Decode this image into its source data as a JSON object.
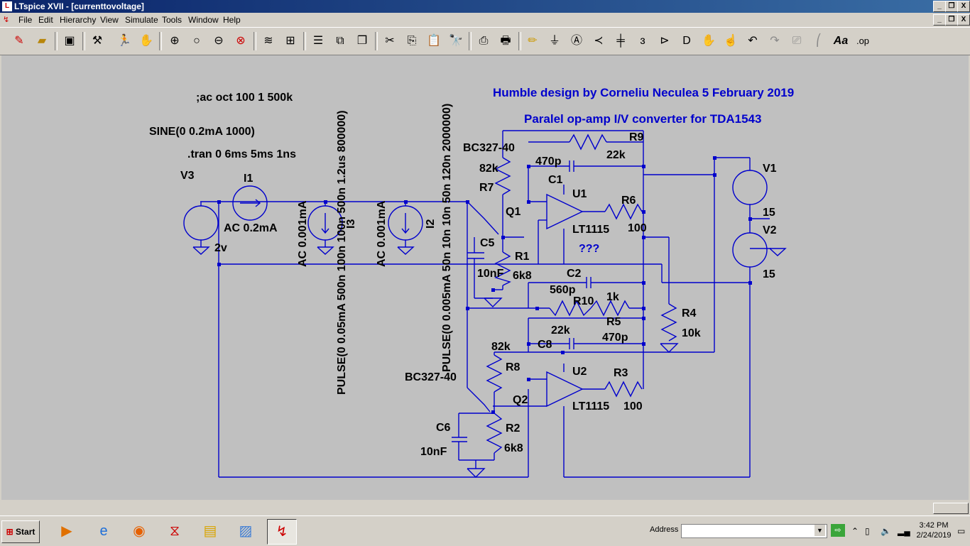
{
  "window": {
    "title": "LTspice XVII - [currenttovoltage]"
  },
  "title_buttons": [
    "_",
    "❐",
    "X"
  ],
  "menu": [
    "File",
    "Edit",
    "Hierarchy",
    "View",
    "Simulate",
    "Tools",
    "Window",
    "Help"
  ],
  "toolbar_icons": [
    "run-icon",
    "open-icon",
    "save-icon",
    "control-panel-icon",
    "run-simulation-icon",
    "halt-icon",
    "zoom-in-icon",
    "pan-icon",
    "zoom-out-icon",
    "zoom-cancel-icon",
    "autorange-icon",
    "grid-icon",
    "tile-horizontal-icon",
    "tile-vertical-icon",
    "cascade-icon",
    "cut-icon",
    "copy-icon",
    "paste-icon",
    "find-icon",
    "print-preview-icon",
    "print-icon",
    "draw-wire-icon",
    "ground-icon",
    "label-icon",
    "resistor-icon",
    "capacitor-icon",
    "inductor-icon",
    "diode-icon",
    "component-icon",
    "move-icon",
    "drag-icon",
    "undo-icon",
    "redo-icon",
    "rotate-icon",
    "mirror-icon",
    "text-icon",
    "spice-directive-icon"
  ],
  "schematic": {
    "texts": [
      {
        "id": "ac-directive",
        "text": ";ac oct 100 1 500k"
      },
      {
        "id": "sine-source",
        "text": "SINE(0 0.2mA 1000)"
      },
      {
        "id": "tran-directive",
        "text": ".tran 0 6ms 5ms 1ns"
      },
      {
        "id": "v3-label",
        "text": "V3"
      },
      {
        "id": "i1-label",
        "text": "I1"
      },
      {
        "id": "i1-value",
        "text": "AC 0.2mA"
      },
      {
        "id": "v3-value",
        "text": "2v"
      },
      {
        "id": "i3-ac",
        "text": "AC 0.001mA"
      },
      {
        "id": "i3-label",
        "text": "I3"
      },
      {
        "id": "i2-ac",
        "text": "AC 0.001mA"
      },
      {
        "id": "i2-label",
        "text": "I2"
      },
      {
        "id": "i3-pulse",
        "text": "PULSE(0 0.05mA 500n 100n 100n 500n 1.2us 800000)"
      },
      {
        "id": "i2-pulse",
        "text": "PULSE(0 0.005mA 50n 10n 10n 50n 120n 2000000)"
      },
      {
        "id": "heading-1",
        "text": "Humble design by Corneliu Neculea 5 February 2019"
      },
      {
        "id": "heading-2",
        "text": "Paralel op-amp I/V converter  for TDA1543"
      },
      {
        "id": "q1-model",
        "text": "BC327-40"
      },
      {
        "id": "r9-label",
        "text": "R9"
      },
      {
        "id": "c1-value",
        "text": "470p"
      },
      {
        "id": "r9-value",
        "text": "22k"
      },
      {
        "id": "r7-value",
        "text": "82k"
      },
      {
        "id": "c1-label",
        "text": "C1"
      },
      {
        "id": "u1-label",
        "text": "U1"
      },
      {
        "id": "r7-label",
        "text": "R7"
      },
      {
        "id": "r6-label",
        "text": "R6"
      },
      {
        "id": "q1-label",
        "text": "Q1"
      },
      {
        "id": "u1-model",
        "text": "LT1115"
      },
      {
        "id": "r6-value",
        "text": "100"
      },
      {
        "id": "c5-label",
        "text": "C5"
      },
      {
        "id": "question",
        "text": "???"
      },
      {
        "id": "r1-label",
        "text": "R1"
      },
      {
        "id": "c5-value",
        "text": "10nF"
      },
      {
        "id": "r1-value",
        "text": "6k8"
      },
      {
        "id": "c2-label",
        "text": "C2"
      },
      {
        "id": "c2-value",
        "text": "560p"
      },
      {
        "id": "r10-value",
        "text": "1k"
      },
      {
        "id": "r10-label",
        "text": "R10"
      },
      {
        "id": "r4-label",
        "text": "R4"
      },
      {
        "id": "r5-value",
        "text": "22k"
      },
      {
        "id": "r5-label",
        "text": "R5"
      },
      {
        "id": "r4-value",
        "text": "10k"
      },
      {
        "id": "c8-value",
        "text": "470p"
      },
      {
        "id": "r8-value",
        "text": "82k"
      },
      {
        "id": "c8-label",
        "text": "C8"
      },
      {
        "id": "r8-label",
        "text": "R8"
      },
      {
        "id": "u2-label",
        "text": "U2"
      },
      {
        "id": "q2-model",
        "text": "BC327-40"
      },
      {
        "id": "r3-label",
        "text": "R3"
      },
      {
        "id": "q2-label",
        "text": "Q2"
      },
      {
        "id": "u2-model",
        "text": "LT1115"
      },
      {
        "id": "r3-value",
        "text": "100"
      },
      {
        "id": "c6-label",
        "text": "C6"
      },
      {
        "id": "r2-label",
        "text": "R2"
      },
      {
        "id": "c6-value",
        "text": "10nF"
      },
      {
        "id": "r2-value",
        "text": "6k8"
      },
      {
        "id": "v1-label",
        "text": "V1"
      },
      {
        "id": "v1-value",
        "text": "15"
      },
      {
        "id": "v2-label",
        "text": "V2"
      },
      {
        "id": "v2-value",
        "text": "15"
      }
    ]
  },
  "taskbar": {
    "start_label": "Start",
    "address_label": "Address",
    "address_value": "",
    "clock_time": "3:42 PM",
    "clock_date": "2/24/2019"
  },
  "colors": {
    "wire": "#0000cc",
    "heading": "#0000cc",
    "label": "#000000",
    "canvas": "#c0c0c0"
  }
}
